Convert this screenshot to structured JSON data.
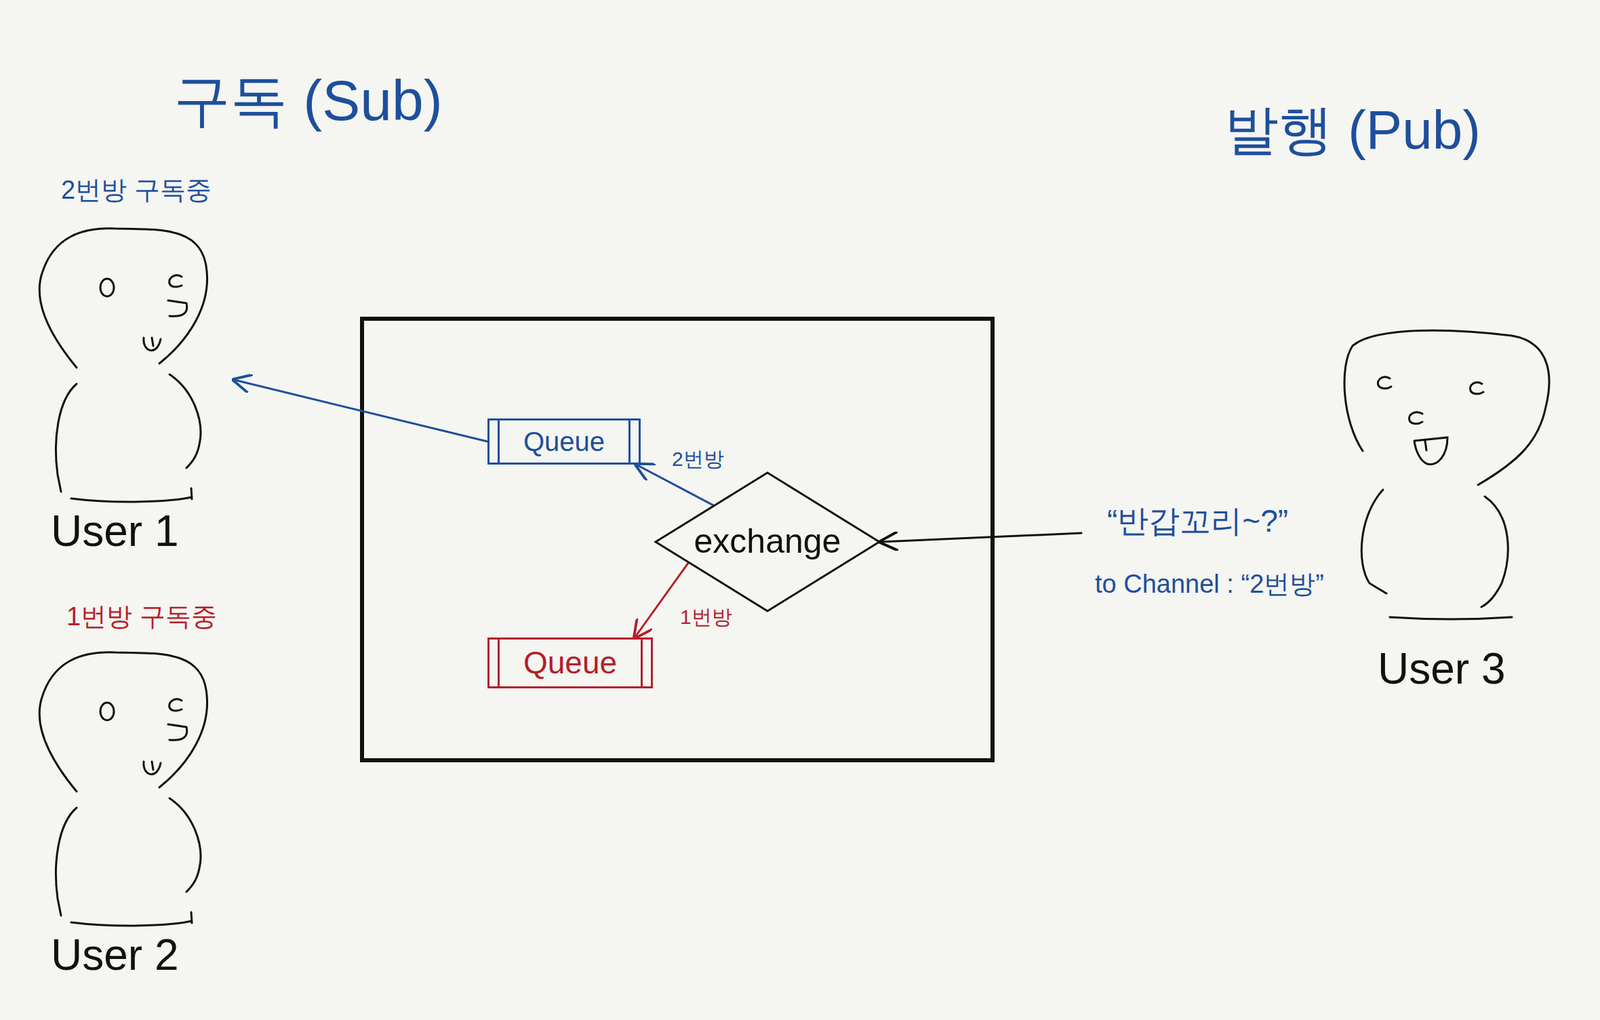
{
  "diagram": {
    "nodes": [
      {
        "text": [
          "2번방 구독중",
          "User 1"
        ]
      },
      {
        "text": [
          "1번방 구독중",
          "User 2"
        ]
      },
      {
        "text": [
          "Queue"
        ]
      },
      {
        "text": [
          "exchange"
        ]
      },
      {
        "text": [
          "Queue"
        ]
      },
      {
        "text": [
          "“반갑꼬리~?”",
          "to Channel : “2번방”",
          "User 3"
        ]
      }
    ],
    "edges": [
      {
        "from": 2,
        "to": 0,
        "arrow": "to"
      },
      {
        "from": 3,
        "to": 2,
        "label": "2번방",
        "arrow": "to"
      },
      {
        "from": 3,
        "to": 4,
        "label": "1번방",
        "arrow": "to"
      },
      {
        "from": 5,
        "to": 3,
        "arrow": "to"
      }
    ],
    "labels": [
      "구독 (Sub)",
      "발행 (Pub)"
    ]
  }
}
